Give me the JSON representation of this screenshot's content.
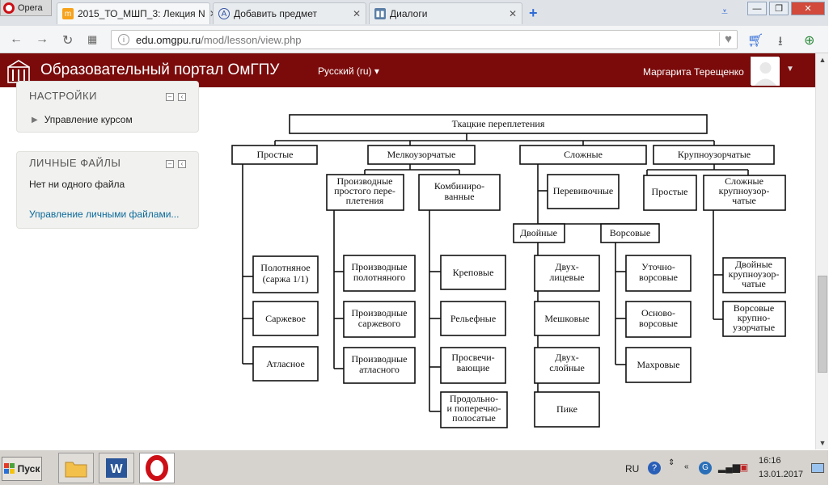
{
  "browser": {
    "menu_label": "Opera",
    "tabs": [
      {
        "title": "2015_ТО_МШП_3: Лекция N"
      },
      {
        "title": "Добавить предмет"
      },
      {
        "title": "Диалоги"
      }
    ],
    "url_host": "edu.omgpu.ru",
    "url_path": "/mod/lesson/view.php"
  },
  "header": {
    "site_title": "Образовательный портал ОмГПУ",
    "language": "Русский (ru)",
    "user_name": "Маргарита Терещенко"
  },
  "sidebar": {
    "settings_title": "НАСТРОЙКИ",
    "settings_item": "Управление курсом",
    "files_title": "ЛИЧНЫЕ ФАЙЛЫ",
    "files_empty": "Нет ни одного файла",
    "files_link": "Управление личными файлами..."
  },
  "diagram": {
    "root": "Ткацкие переплетения",
    "l1": [
      "Простые",
      "Мелкоузорчатые",
      "Сложные",
      "Крупноузорчатые"
    ],
    "prostye": [
      "Полотняное",
      "(саржа 1/1)",
      "Саржевое",
      "Атласное"
    ],
    "melko_a": [
      "Производные",
      "простого пере-",
      "плетения"
    ],
    "melko_a_items": [
      [
        "Производные",
        "полотняного"
      ],
      [
        "Производные",
        "саржевого"
      ],
      [
        "Производные",
        "атласного"
      ]
    ],
    "melko_b": [
      "Комбиниро-",
      "ванные"
    ],
    "melko_b_items": [
      [
        "Креповые"
      ],
      [
        "Рельефные"
      ],
      [
        "Просвечи-",
        "вающие"
      ],
      [
        "Продольно-",
        "и поперечно-",
        "полосатые"
      ]
    ],
    "slozh_a": "Перевивочные",
    "slozh_b": "Двойные",
    "slozh_b_items": [
      [
        "Двух-",
        "лицевые"
      ],
      [
        "Мешковые"
      ],
      [
        "Двух-",
        "слойные"
      ],
      [
        "Пике"
      ]
    ],
    "slozh_c": "Ворсовые",
    "slozh_c_items": [
      [
        "Уточно-",
        "ворсовые"
      ],
      [
        "Осново-",
        "ворсовые"
      ],
      [
        "Махровые"
      ]
    ],
    "krupno_a": "Простые",
    "krupno_b": [
      "Сложные",
      "крупноузор-",
      "чатые"
    ],
    "krupno_b_items": [
      [
        "Двойные",
        "крупноузор-",
        "чатые"
      ],
      [
        "Ворсовые",
        "крупно-",
        "узорчатые"
      ]
    ]
  },
  "taskbar": {
    "start_label": "Пуск",
    "lang": "RU",
    "time": "16:16",
    "date": "13.01.2017"
  }
}
